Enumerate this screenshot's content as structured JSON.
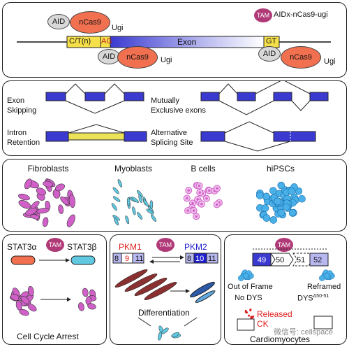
{
  "colors": {
    "exon_blue": "#3a3ad0",
    "ncas9_orange": "#f07050",
    "tam_magenta": "#b03a78",
    "aid_grey": "#d8d8d8",
    "retention_yellow": "#ece25a",
    "cell_pink": "#d060c8",
    "cell_cyan": "#60c8e0",
    "pkm1_red": "#e02020",
    "pkm2_blue": "#2020d0"
  },
  "top": {
    "aid_label": "AID",
    "ncas9_label": "nCas9",
    "ugi_label": "Ugi",
    "left_site": "C/T(n)",
    "ag_label": "AG",
    "exon_label": "Exon",
    "gt_label": "GT",
    "tam_label": "TAM",
    "legend_label": "AIDx-nCas9-ugi"
  },
  "splicing": {
    "exon_skipping_1": "Exon",
    "exon_skipping_2": "Skipping",
    "mutually_exclusive_1": "Mutually",
    "mutually_exclusive_2": "Exclusive exons",
    "intron_retention_1": "Intron",
    "intron_retention_2": "Retention",
    "alt_site_1": "Alternative",
    "alt_site_2": "Splicing Site"
  },
  "cells": {
    "fibroblasts": "Fibroblasts",
    "myoblasts": "Myoblasts",
    "b_cells": "B cells",
    "hipscs": "hiPSCs"
  },
  "stat3": {
    "alpha": "STAT3α",
    "beta": "STAT3β",
    "tam": "TAM",
    "caption": "Cell Cycle Arrest"
  },
  "pkm": {
    "pkm1": "PKM1",
    "pkm2": "PKM2",
    "tam": "TAM",
    "pkm1_exons": [
      "8",
      "9",
      "11"
    ],
    "pkm2_exons": [
      "8",
      "10",
      "11"
    ],
    "caption": "Differentiation"
  },
  "dys": {
    "tam": "TAM",
    "exons": [
      "49",
      "50",
      "51",
      "52"
    ],
    "out_of_frame": "Out of Frame",
    "reframed": "Reframed",
    "no_dys": "No DYS",
    "dys_delta": "DYS",
    "dys_delta_sup": "Δ50-51",
    "released": "Released",
    "ck": "CK",
    "caption": "Cardiomyocytes"
  },
  "watermark": "微信号: cellspace"
}
